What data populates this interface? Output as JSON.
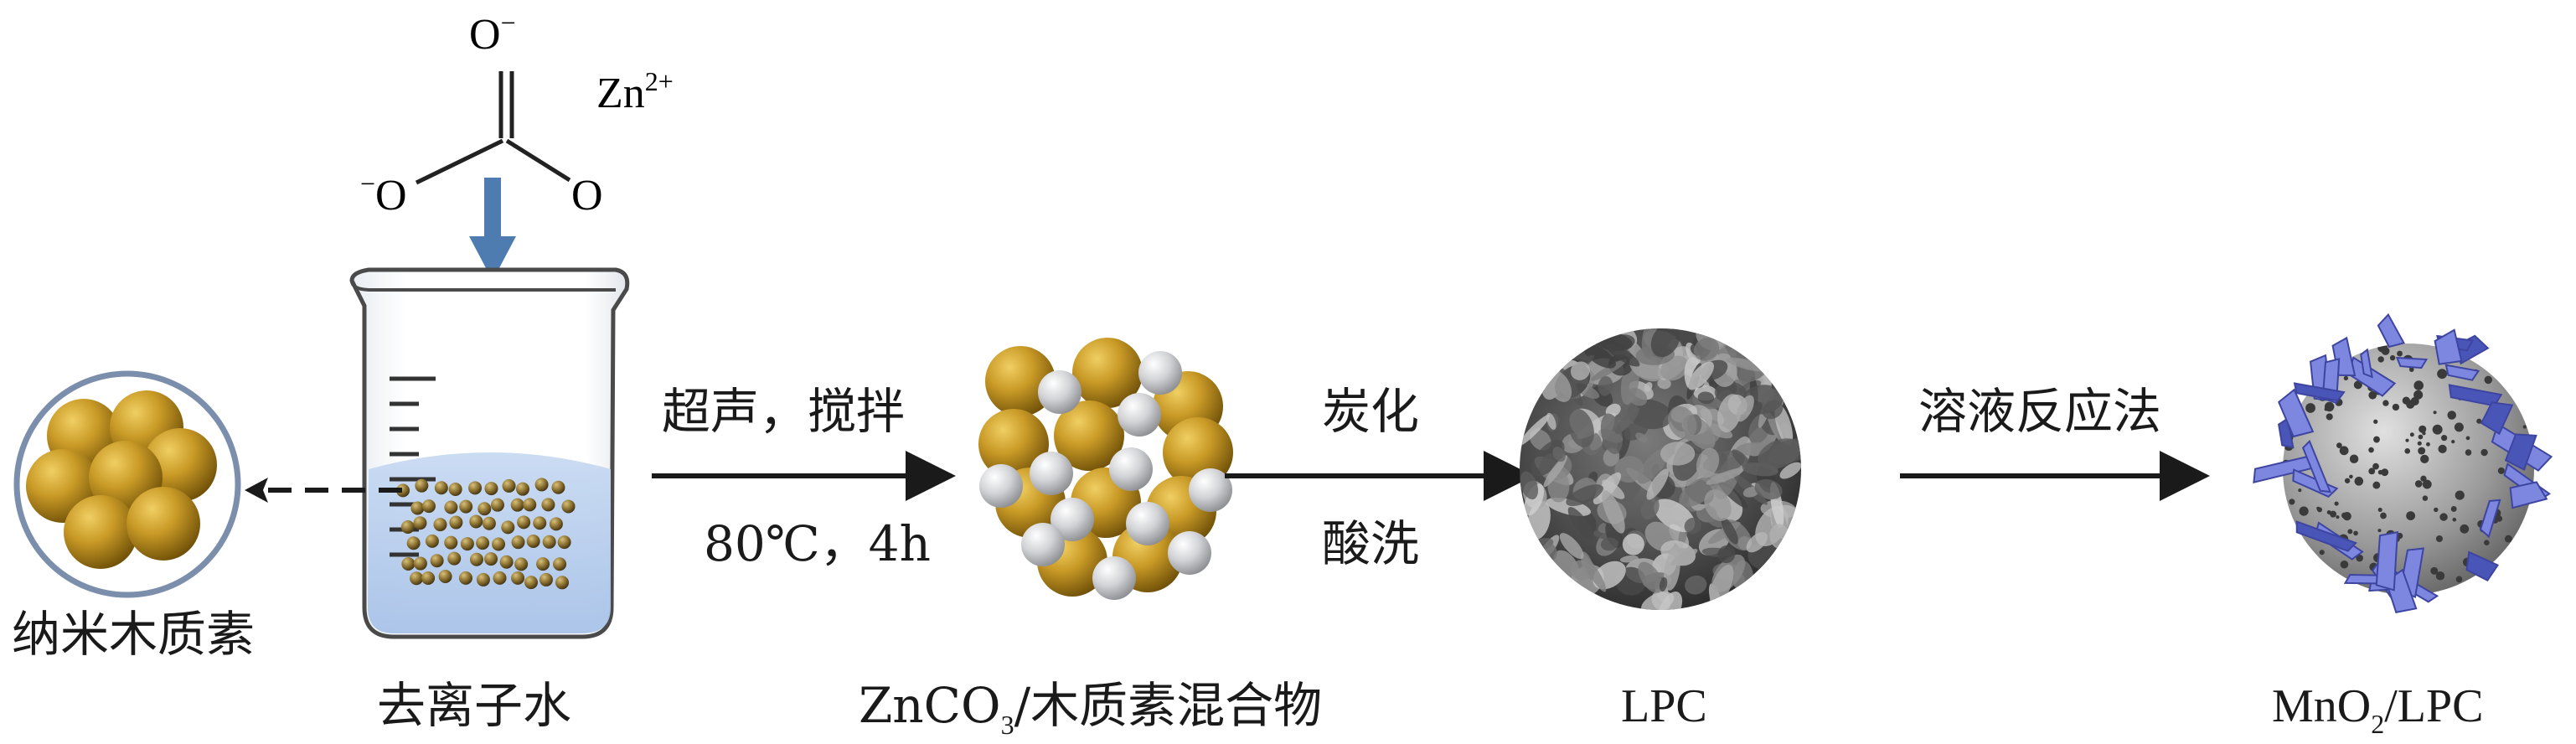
{
  "figure": {
    "carbonate": {
      "o_top": "O",
      "o_left": "O",
      "o_right": "O",
      "charge": "−",
      "ion_base": "Zn",
      "ion_charge": "2+"
    },
    "stages": {
      "lignin": "纳米木质素",
      "water": "去离子水",
      "mixture_pre": "ZnCO",
      "mixture_sub": "3",
      "mixture_post": "/木质素混合物",
      "lpc": "LPC",
      "final_pre": "MnO",
      "final_sub": "2",
      "final_post": "/LPC"
    },
    "steps": {
      "step1_top": "超声，搅拌",
      "step1_bottom": "80℃，4h",
      "step2_top": "炭化",
      "step2_bottom": "酸洗",
      "step3_top": "溶液反应法"
    }
  },
  "colors": {
    "gold": "#b48a1e",
    "silver": "#c9cacd",
    "arrow_blue": "#4f7cb0",
    "water": "#bfd2ee",
    "mno2": "#6d78d8",
    "lpc_dark": "#3e3e3e",
    "line": "#1a1a1a"
  }
}
